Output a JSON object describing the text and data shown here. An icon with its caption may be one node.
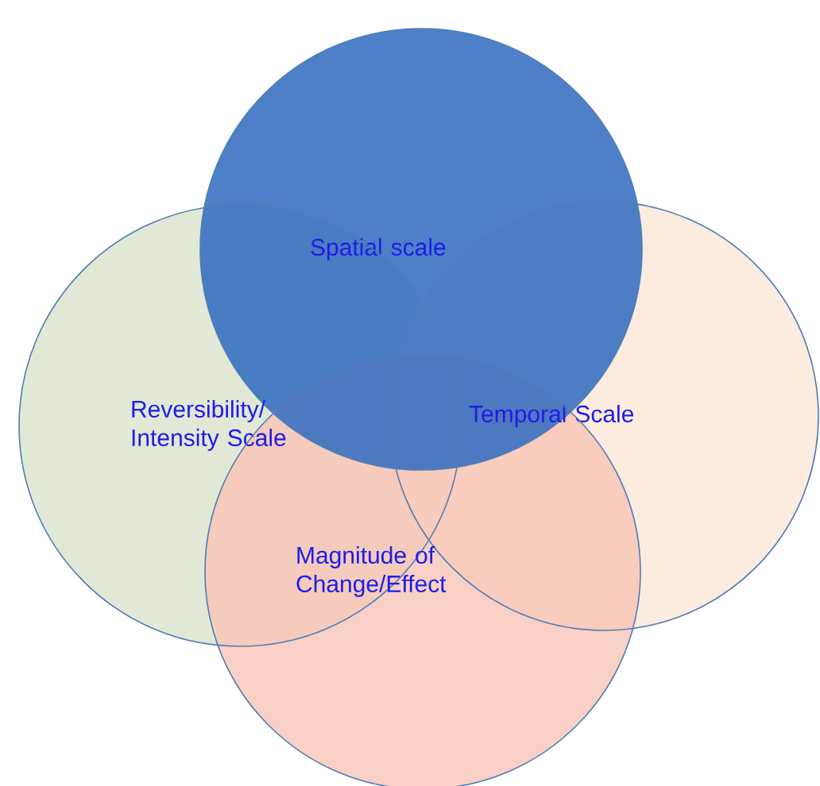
{
  "diagram": {
    "nodes": [
      {
        "text": [
          "Spatial scale"
        ]
      },
      {
        "text": [
          "Reversibility/ Intensity Scale"
        ]
      },
      {
        "text": [
          "Temporal Scale"
        ]
      },
      {
        "text": [
          "Magnitude of Change/Effect"
        ]
      }
    ],
    "edges": []
  }
}
